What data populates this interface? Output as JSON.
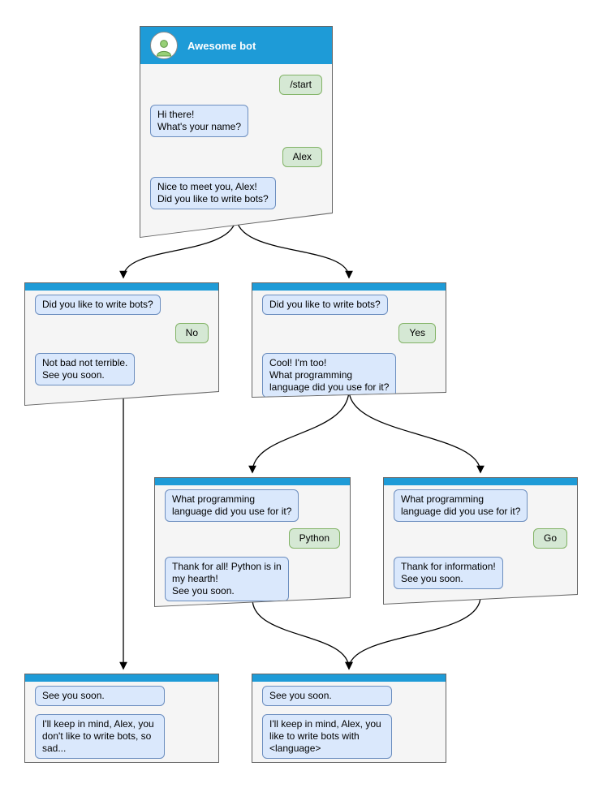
{
  "colors": {
    "header-blue": "#1e9bd7",
    "window-bg": "#f5f5f5",
    "window-border": "#666666",
    "bubble-blue-bg": "#dae8fc",
    "bubble-blue-border": "#6c8ebf",
    "bubble-green-bg": "#d5e8d4",
    "bubble-green-border": "#82b366",
    "avatar-person": "#97d077",
    "avatar-person-stroke": "#5f9546",
    "connector-color": "#000000"
  },
  "root_window": {
    "title": "Awesome bot",
    "messages": {
      "start": "/start",
      "greeting": "Hi there!\nWhat's your name?",
      "name": "Alex",
      "question": "Nice to meet you, Alex!\nDid you like to write bots?"
    }
  },
  "no_window": {
    "question": "Did you like to write bots?",
    "answer": "No",
    "reply": "Not bad not terrible.\nSee you soon."
  },
  "yes_window": {
    "question": "Did you like to write bots?",
    "answer": "Yes",
    "reply": "Cool! I'm too!\nWhat programming\nlanguage did you use for it?"
  },
  "python_window": {
    "question": "What programming\nlanguage did you use for it?",
    "answer": "Python",
    "reply": "Thank for all! Python is in\nmy hearth!\nSee you soon."
  },
  "go_window": {
    "question": "What programming\nlanguage did you use for it?",
    "answer": "Go",
    "reply": "Thank for information!\nSee you soon."
  },
  "end_no_window": {
    "message1": "See you soon.",
    "message2": "I'll keep in mind, Alex, you\ndon't like to write bots, so\nsad..."
  },
  "end_yes_window": {
    "message1": "See you soon.",
    "message2": "I'll keep in mind, Alex, you\nlike to write bots with\n<language>"
  },
  "connectors": [
    {
      "from": "root",
      "to": "no"
    },
    {
      "from": "root",
      "to": "yes"
    },
    {
      "from": "yes",
      "to": "python"
    },
    {
      "from": "yes",
      "to": "go"
    },
    {
      "from": "no",
      "to": "end_no"
    },
    {
      "from": "python",
      "to": "end_yes"
    },
    {
      "from": "go",
      "to": "end_yes"
    }
  ]
}
